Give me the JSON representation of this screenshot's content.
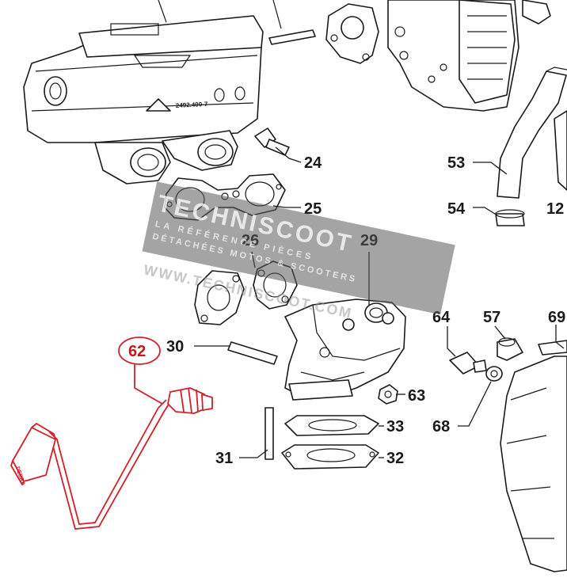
{
  "labels": {
    "l24": "24",
    "l25": "25",
    "l26": "26",
    "l29": "29",
    "l30": "30",
    "l31": "31",
    "l32": "32",
    "l33": "33",
    "l53": "53",
    "l54": "54",
    "l57": "57",
    "l62": "62",
    "l63": "63",
    "l64": "64",
    "l68": "68",
    "l69": "69",
    "l12": "12"
  },
  "stamps": {
    "casting_number": "2492.400-7",
    "sensor_tag": "DEBRA"
  },
  "watermark": {
    "brand": "TECHNISCOOT",
    "tagline_1": "LA RÉFÉRENCE PIÈCES",
    "tagline_2": "DÉTACHÉES MOTOS & SCOOTERS",
    "url": "WWW.TECHNISCOOT.COM"
  },
  "colors": {
    "highlight": "#d2202a",
    "ink": "#1a1a1a",
    "watermark": "#5a5a5a"
  }
}
